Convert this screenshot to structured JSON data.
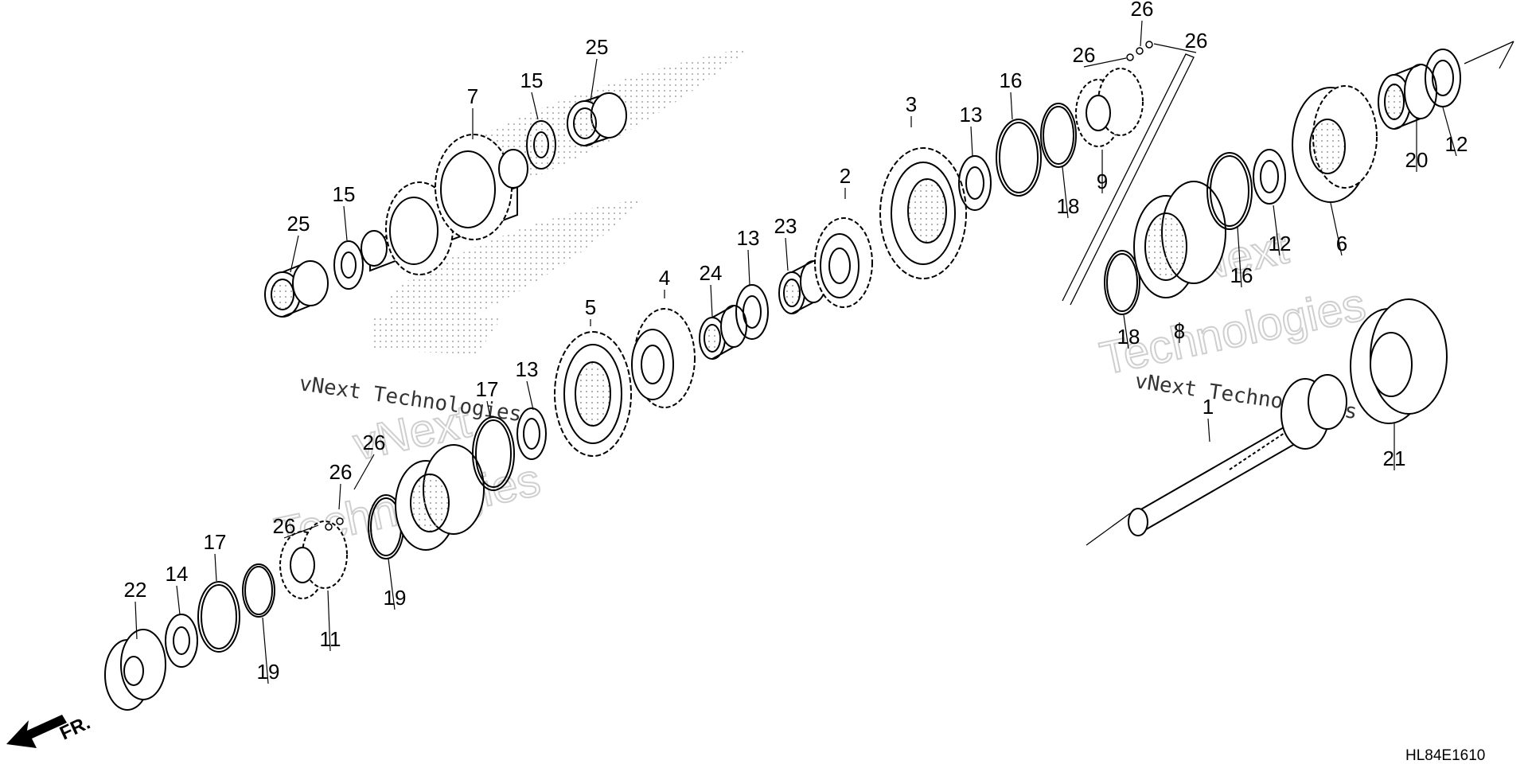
{
  "diagram": {
    "drawing_code": "HL84E1610",
    "front_marker": "FR.",
    "watermark_line1": "vNext",
    "watermark_line2": "Technologies",
    "watermark_text": "vNext Technologies"
  },
  "callouts": [
    {
      "id": "c1",
      "text": "1"
    },
    {
      "id": "c2",
      "text": "2"
    },
    {
      "id": "c3",
      "text": "3"
    },
    {
      "id": "c4",
      "text": "4"
    },
    {
      "id": "c5",
      "text": "5"
    },
    {
      "id": "c6",
      "text": "6"
    },
    {
      "id": "c7",
      "text": "7"
    },
    {
      "id": "c8",
      "text": "8"
    },
    {
      "id": "c9",
      "text": "9"
    },
    {
      "id": "c11",
      "text": "11"
    },
    {
      "id": "c12a",
      "text": "12"
    },
    {
      "id": "c12b",
      "text": "12"
    },
    {
      "id": "c13a",
      "text": "13"
    },
    {
      "id": "c13b",
      "text": "13"
    },
    {
      "id": "c13c",
      "text": "13"
    },
    {
      "id": "c14",
      "text": "14"
    },
    {
      "id": "c15a",
      "text": "15"
    },
    {
      "id": "c15b",
      "text": "15"
    },
    {
      "id": "c16a",
      "text": "16"
    },
    {
      "id": "c16b",
      "text": "16"
    },
    {
      "id": "c17a",
      "text": "17"
    },
    {
      "id": "c17b",
      "text": "17"
    },
    {
      "id": "c18a",
      "text": "18"
    },
    {
      "id": "c18b",
      "text": "18"
    },
    {
      "id": "c19a",
      "text": "19"
    },
    {
      "id": "c19b",
      "text": "19"
    },
    {
      "id": "c20",
      "text": "20"
    },
    {
      "id": "c21",
      "text": "21"
    },
    {
      "id": "c22",
      "text": "22"
    },
    {
      "id": "c23",
      "text": "23"
    },
    {
      "id": "c24",
      "text": "24"
    },
    {
      "id": "c25a",
      "text": "25"
    },
    {
      "id": "c25b",
      "text": "25"
    },
    {
      "id": "c26a",
      "text": "26"
    },
    {
      "id": "c26b",
      "text": "26"
    },
    {
      "id": "c26c",
      "text": "26"
    },
    {
      "id": "c26d",
      "text": "26"
    },
    {
      "id": "c26e",
      "text": "26"
    },
    {
      "id": "c26f",
      "text": "26"
    }
  ]
}
